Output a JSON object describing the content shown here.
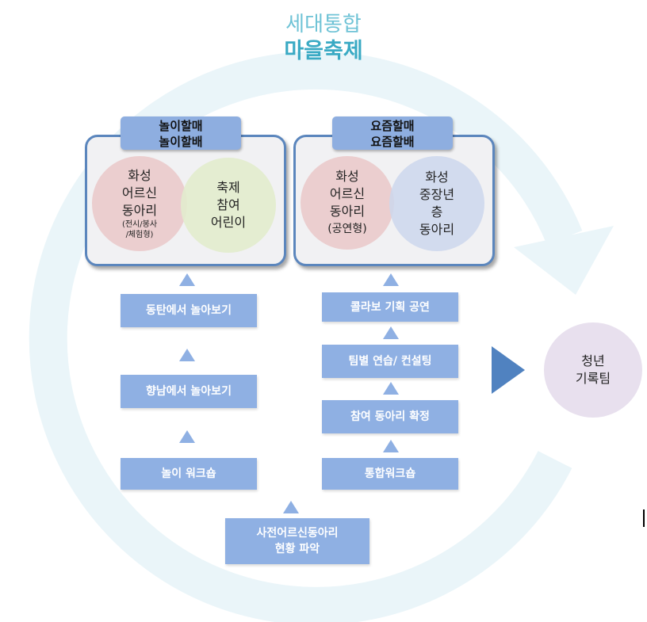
{
  "title": {
    "line1": "세대통합",
    "line2": "마을축제"
  },
  "left_panel": {
    "tag_line1": "놀이할매",
    "tag_line2": "놀이할배",
    "circle_a": {
      "l1": "화성",
      "l2": "어르신",
      "l3": "동아리",
      "note1": "(전시/봉사",
      "note2": "/체험형)"
    },
    "circle_b": {
      "l1": "축제",
      "l2": "참여",
      "l3": "어린이"
    }
  },
  "right_panel": {
    "tag_line1": "요즘할매",
    "tag_line2": "요즘할배",
    "circle_a": {
      "l1": "화성",
      "l2": "어르신",
      "l3": "동아리",
      "l4": "(공연형)"
    },
    "circle_b": {
      "l1": "화성",
      "l2": "중장년",
      "l3": "층",
      "l4": "동아리"
    }
  },
  "left_steps": [
    "동탄에서 놀아보기",
    "향남에서 놀아보기",
    "놀이 워크숍"
  ],
  "right_steps": [
    "콜라보 기획 공연",
    "팀별 연습/ 컨설팅",
    "참여 동아리 확정",
    "통합워크숍"
  ],
  "bottom_step": {
    "line1": "사전어르신동아리",
    "line2": "현황 파악"
  },
  "youth": {
    "line1": "청년",
    "line2": "기록팀"
  },
  "colors": {
    "ring": "#eaf5f9",
    "step": "#8fb0e3",
    "panel_border": "#5b86bd",
    "arrow": "#5082c0",
    "title": "#3aaac4"
  }
}
